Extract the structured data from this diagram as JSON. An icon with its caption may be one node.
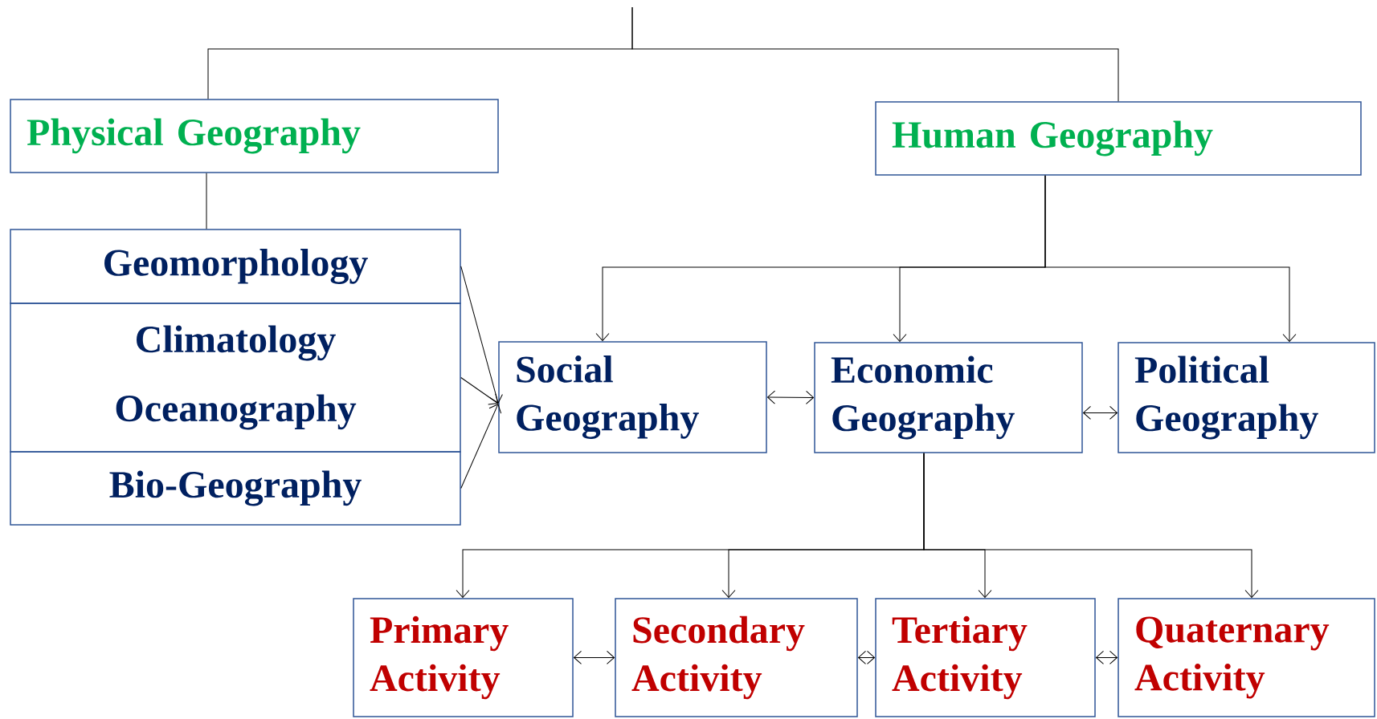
{
  "diagram": {
    "nodes": [
      {
        "text": [
          "Physical Geography"
        ]
      },
      {
        "text": [
          "Human Geography"
        ]
      },
      {
        "text": [
          "Geomorphology"
        ]
      },
      {
        "text": [
          "Climatology",
          "Oceanography"
        ]
      },
      {
        "text": [
          "Bio-Geography"
        ]
      },
      {
        "text": [
          "Social Geography"
        ]
      },
      {
        "text": [
          "Economic Geography"
        ]
      },
      {
        "text": [
          "Political Geography"
        ]
      },
      {
        "text": [
          "Primary Activity"
        ]
      },
      {
        "text": [
          "Secondary Activity"
        ]
      },
      {
        "text": [
          "Tertiary Activity"
        ]
      },
      {
        "text": [
          "Quaternary Activity"
        ]
      }
    ],
    "edges": [
      {
        "from": null,
        "to": 0,
        "arrow": "none"
      },
      {
        "from": null,
        "to": 1,
        "arrow": "none"
      },
      {
        "from": 0,
        "to": 2,
        "arrow": "none"
      },
      {
        "from": 2,
        "to": 5,
        "arrow": "to"
      },
      {
        "from": 3,
        "to": 5,
        "arrow": "to"
      },
      {
        "from": 4,
        "to": 5,
        "arrow": "to"
      },
      {
        "from": 1,
        "to": 5,
        "arrow": "to"
      },
      {
        "from": 1,
        "to": 6,
        "arrow": "to"
      },
      {
        "from": 1,
        "to": 7,
        "arrow": "to"
      },
      {
        "from": 5,
        "to": 6,
        "arrow": "both"
      },
      {
        "from": 6,
        "to": 7,
        "arrow": "both"
      },
      {
        "from": 6,
        "to": 8,
        "arrow": "to"
      },
      {
        "from": 6,
        "to": 9,
        "arrow": "to"
      },
      {
        "from": 6,
        "to": 10,
        "arrow": "to"
      },
      {
        "from": 6,
        "to": 11,
        "arrow": "to"
      },
      {
        "from": 8,
        "to": 9,
        "arrow": "both"
      },
      {
        "from": 9,
        "to": 10,
        "arrow": "both"
      },
      {
        "from": 10,
        "to": 11,
        "arrow": "both"
      }
    ]
  }
}
